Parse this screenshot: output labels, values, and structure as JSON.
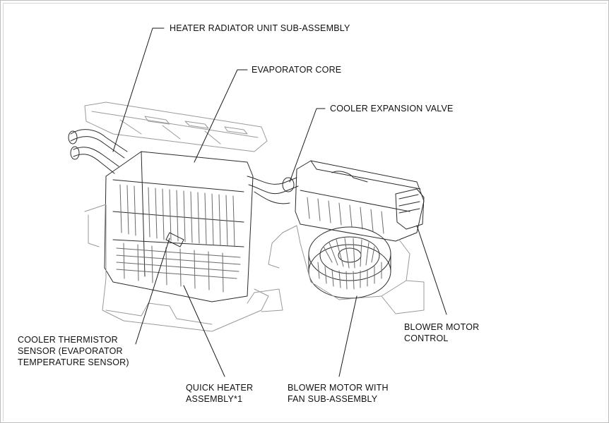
{
  "labels": {
    "heater_radiator": "HEATER RADIATOR UNIT SUB-ASSEMBLY",
    "evaporator_core": "EVAPORATOR CORE",
    "cooler_expansion_valve": "COOLER EXPANSION VALVE",
    "cooler_thermistor": {
      "line1": "COOLER THERMISTOR",
      "line2": "SENSOR (EVAPORATOR",
      "line3": "TEMPERATURE SENSOR)"
    },
    "quick_heater": {
      "line1": "QUICK HEATER",
      "line2": "ASSEMBLY*1"
    },
    "blower_motor_fan": {
      "line1": "BLOWER MOTOR WITH",
      "line2": "FAN SUB-ASSEMBLY"
    },
    "blower_motor_control": {
      "line1": "BLOWER MOTOR",
      "line2": "CONTROL"
    }
  },
  "colors": {
    "line": "#1a1a1a",
    "outline_light": "#9a9a9a",
    "background": "#ffffff"
  }
}
